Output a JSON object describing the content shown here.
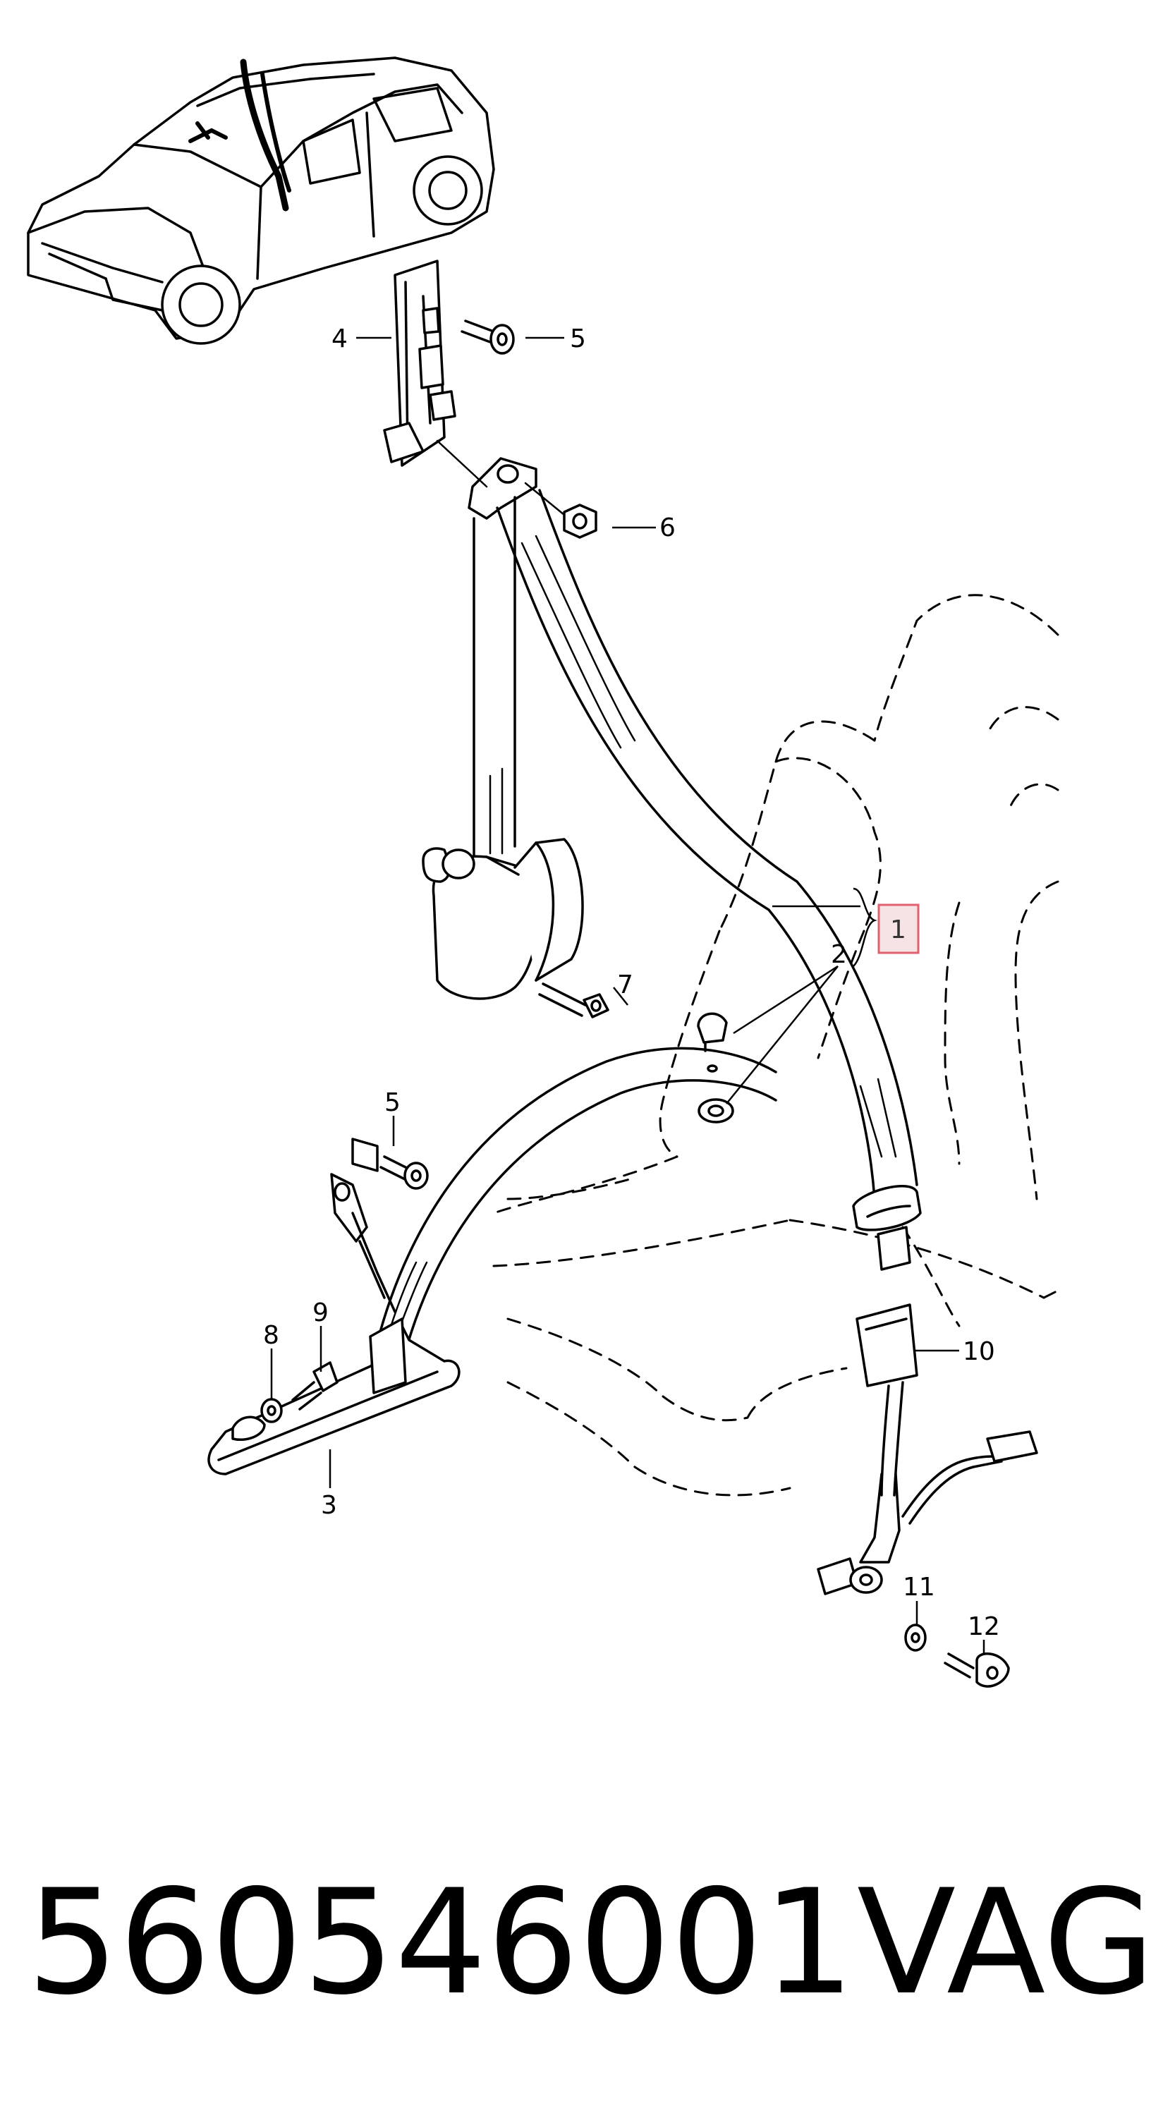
{
  "callouts": {
    "c1": "1",
    "c2": "2",
    "c3": "3",
    "c4": "4",
    "c5_top": "5",
    "c5_mid": "5",
    "c6": "6",
    "c7": "7",
    "c8": "8",
    "c9": "9",
    "c10": "10",
    "c11": "11",
    "c12": "12"
  },
  "highlight_color": "#e06070",
  "footer": {
    "part_number": "560546001",
    "brand": "VAG"
  }
}
